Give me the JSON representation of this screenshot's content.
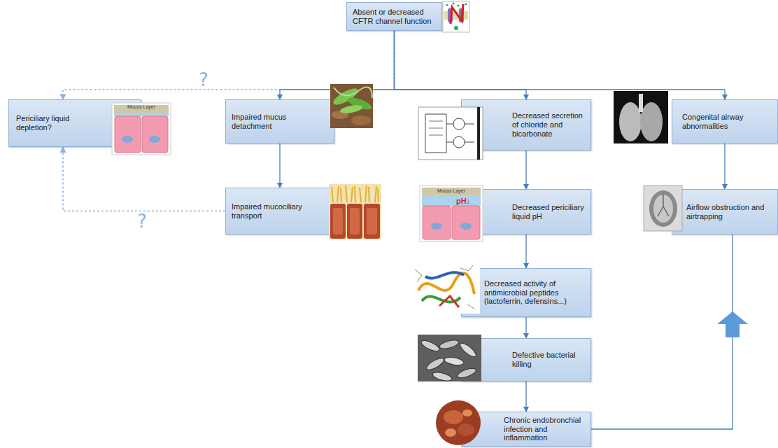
{
  "diagram": {
    "nodes": [
      {
        "text": [
          "Absent or decreased CFTR channel function"
        ]
      },
      {
        "text": [
          "Periciliary liquid depletion?"
        ]
      },
      {
        "text": [
          "Impaired mucus detachment"
        ]
      },
      {
        "text": [
          "Decreased secretion of chloride and bicarbonate"
        ]
      },
      {
        "text": [
          "Congenital airway abnormalities"
        ]
      },
      {
        "text": [
          "Impaired mucociliary transport"
        ]
      },
      {
        "text": [
          "Decreased periciliary liquid pH"
        ]
      },
      {
        "text": [
          "Airflow obstruction and airtrapping"
        ]
      },
      {
        "text": [
          "Decreased activity of antimicrobial peptides (lactoferrin, defensins...)"
        ]
      },
      {
        "text": [
          "Defective bacterial killing"
        ]
      },
      {
        "text": [
          "Chronic endobronchial infection and inflammation"
        ]
      }
    ],
    "edges": [
      {
        "from": 0,
        "to": 2,
        "arrow": "to"
      },
      {
        "from": 0,
        "to": 3,
        "arrow": "to"
      },
      {
        "from": 0,
        "to": 4,
        "arrow": "to"
      },
      {
        "from": 0,
        "to": 1,
        "label": "?",
        "arrow": "to"
      },
      {
        "from": 2,
        "to": 5,
        "arrow": "to"
      },
      {
        "from": 5,
        "to": 1,
        "label": "?",
        "arrow": "to"
      },
      {
        "from": 3,
        "to": 6,
        "arrow": "to"
      },
      {
        "from": 6,
        "to": 8,
        "arrow": "to"
      },
      {
        "from": 8,
        "to": 9,
        "arrow": "to"
      },
      {
        "from": 9,
        "to": 10,
        "arrow": "to"
      },
      {
        "from": 4,
        "to": 7,
        "arrow": "to"
      },
      {
        "from": 10,
        "to": 7,
        "arrow": "to"
      }
    ],
    "labels": [
      "Mucus Layer",
      "Mucus Layer",
      "pH↓"
    ]
  }
}
